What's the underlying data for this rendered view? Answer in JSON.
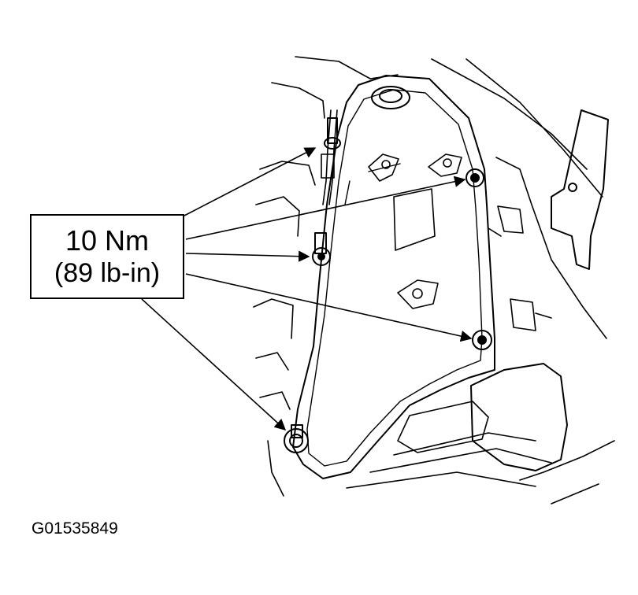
{
  "callout": {
    "torque_nm": "10 Nm",
    "torque_lbin": "(89 lb-in)"
  },
  "figure_id": "G01535849",
  "colors": {
    "ink": "#000000",
    "paper": "#ffffff"
  }
}
